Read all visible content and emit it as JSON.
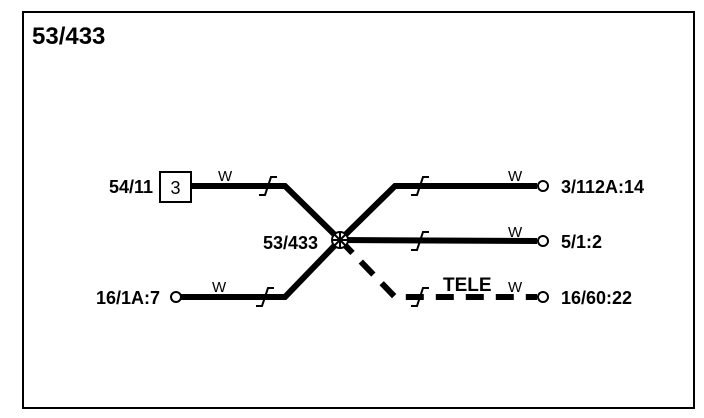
{
  "title": "53/433",
  "connector": {
    "name": "54/11",
    "pin": "3"
  },
  "left_end": "16/1A:7",
  "splice_label": "53/433",
  "right_ends": [
    "3/112A:14",
    "5/1:2",
    "16/60:22"
  ],
  "wire_color": "W",
  "shield_label": "TELE"
}
